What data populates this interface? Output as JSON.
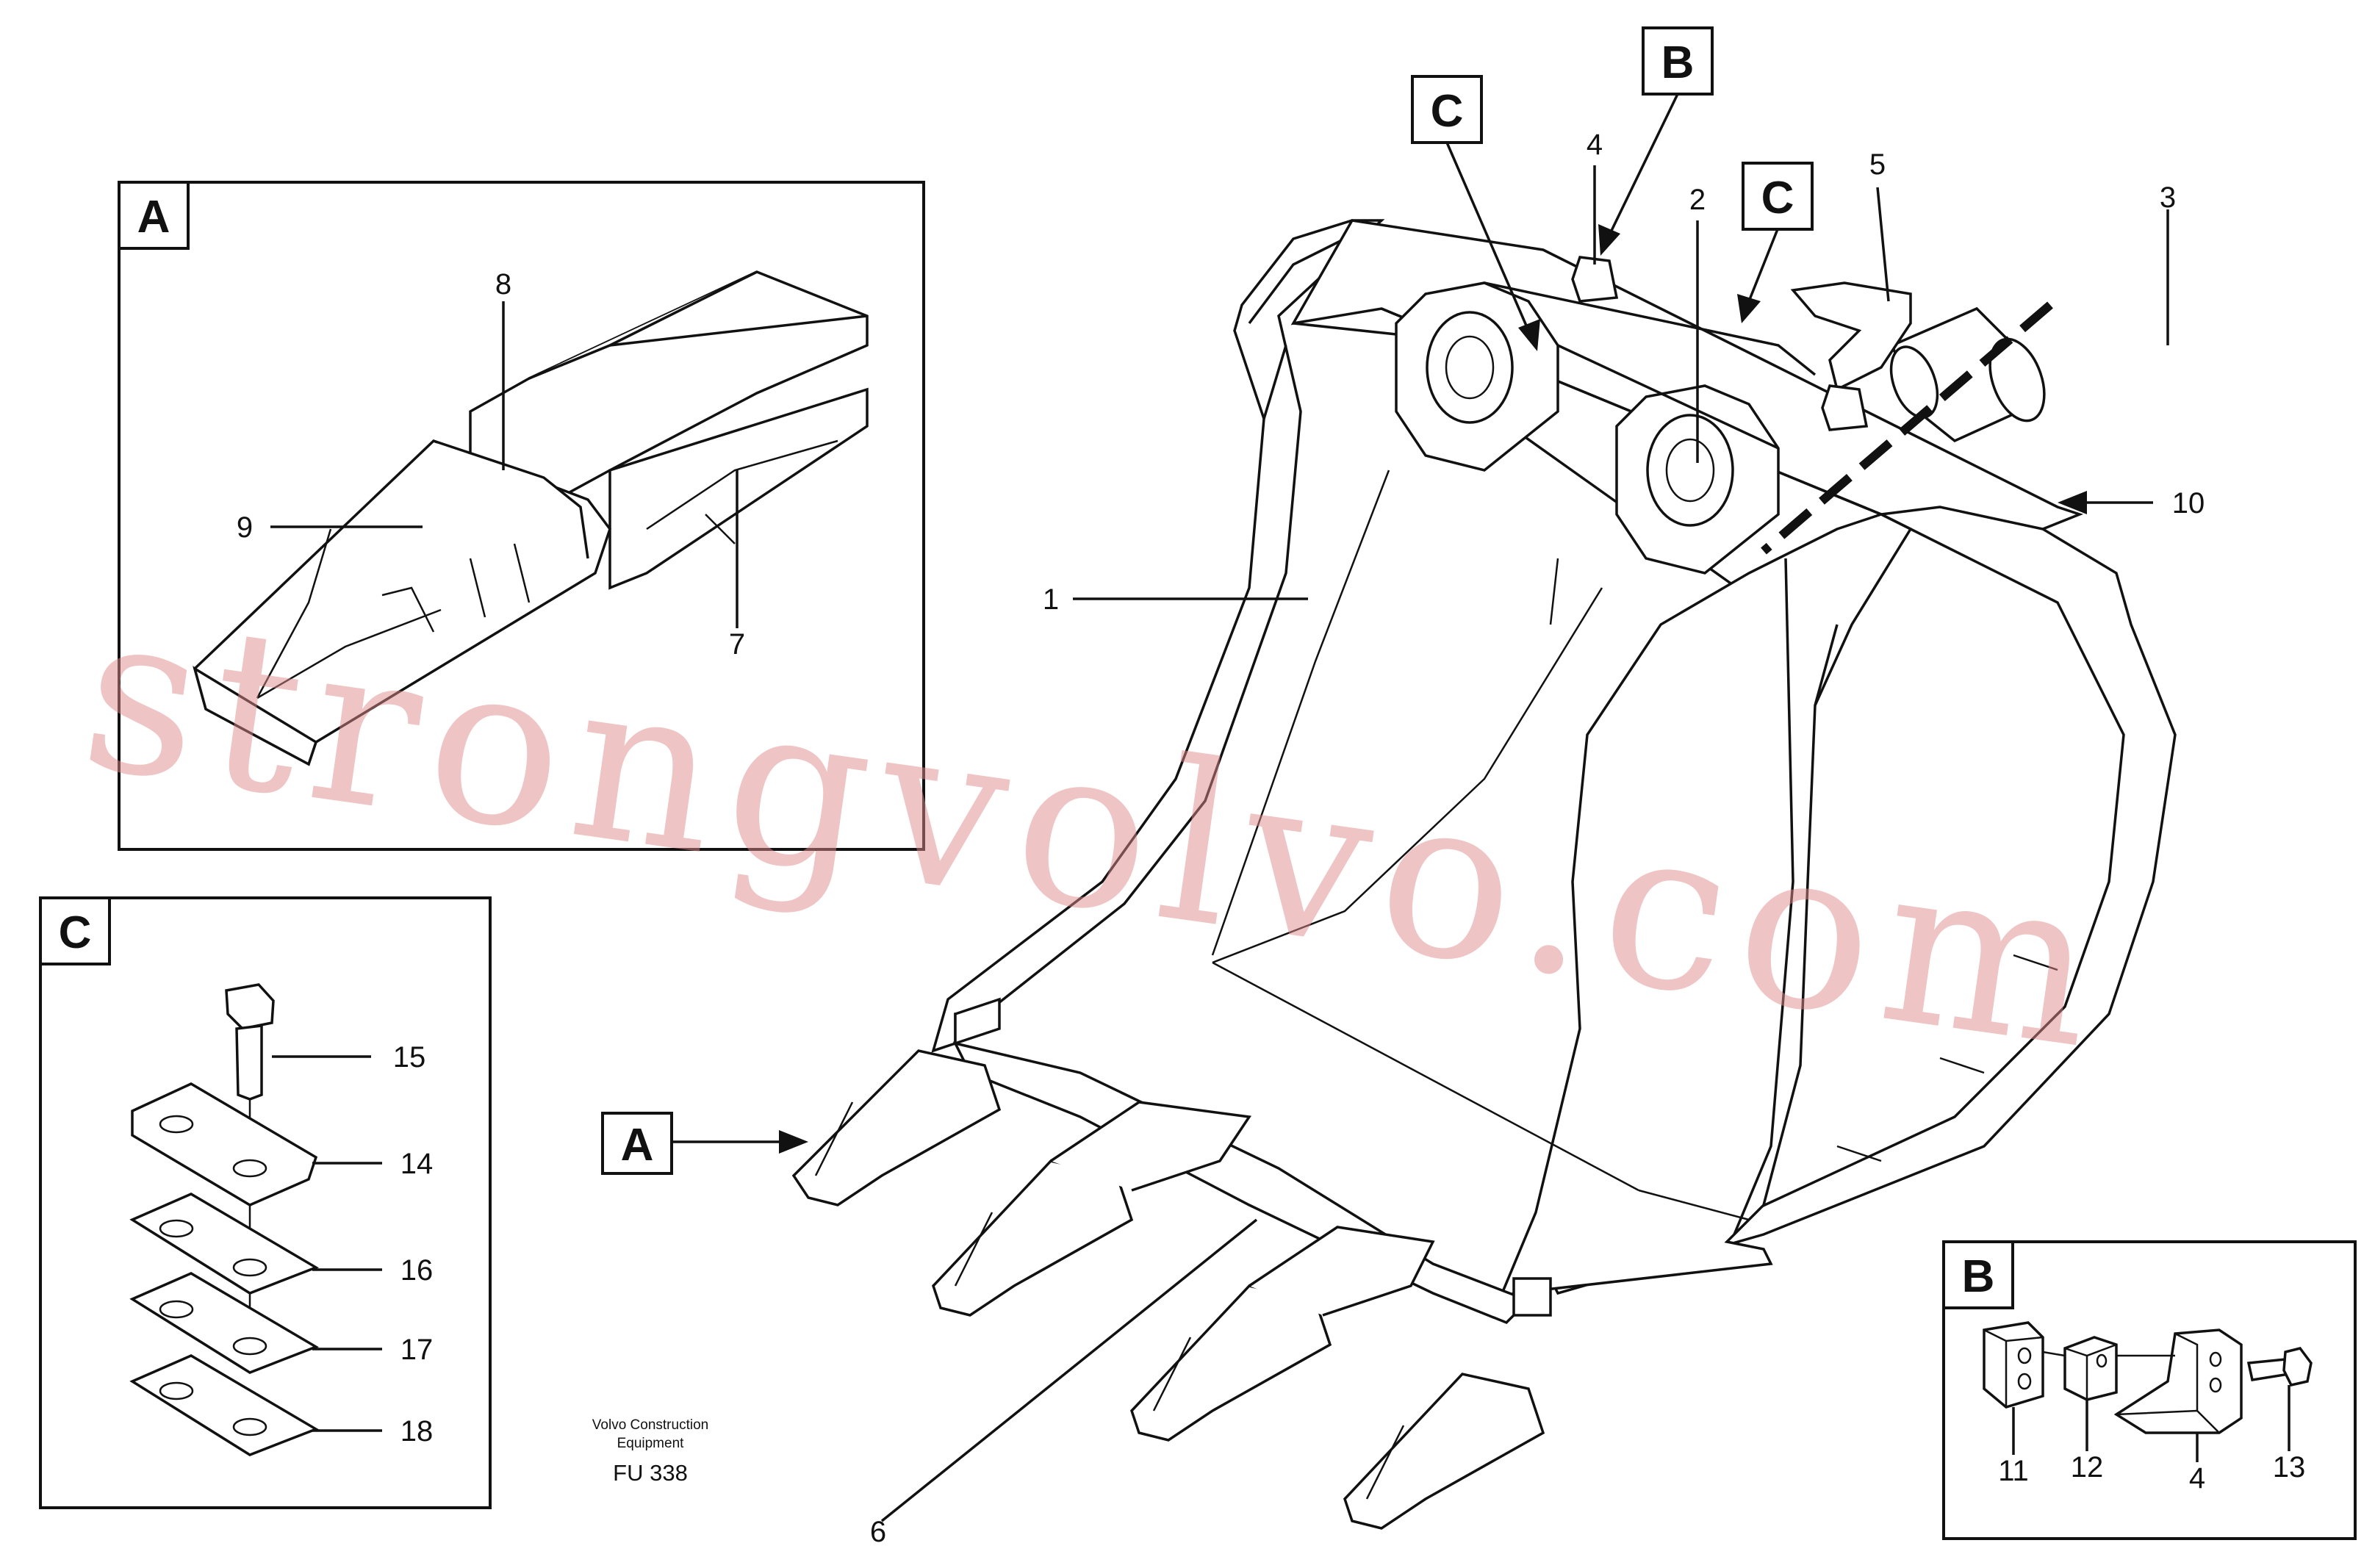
{
  "callouts": {
    "c1": "1",
    "c2": "2",
    "c3": "3",
    "c4": "4",
    "c5": "5",
    "c6": "6",
    "c7": "7",
    "c8": "8",
    "c9": "9",
    "c10": "10",
    "c11": "11",
    "c12": "12",
    "c13": "13",
    "c14": "14",
    "c15": "15",
    "c16": "16",
    "c17": "17",
    "c18": "18"
  },
  "detail_labels": {
    "a": "A",
    "b": "B",
    "c": "C"
  },
  "caption": {
    "line1": "Volvo Construction",
    "line2": "Equipment",
    "code": "FU 338"
  },
  "watermark": "strongvolvo.com"
}
